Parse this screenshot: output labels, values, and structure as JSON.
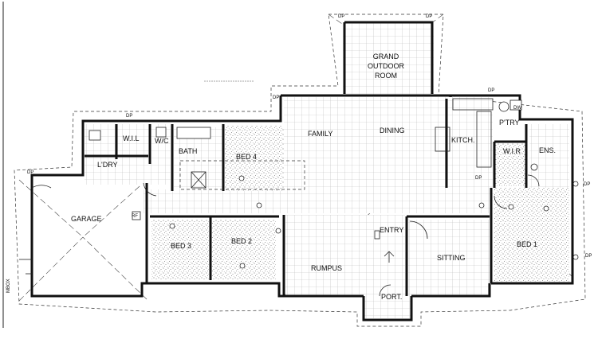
{
  "rooms": {
    "grand_outdoor": [
      "GRAND",
      "OUTDOOR",
      "ROOM"
    ],
    "family": "FAMILY",
    "dining": "DINING",
    "kitch": "KITCH.",
    "ptry": "P'TRY",
    "wir": "W.I.R",
    "ens": "ENS.",
    "wil": "W.I.L",
    "wc": "W/C",
    "ldry": "L'DRY",
    "bath": "BATH",
    "bed4": "BED 4",
    "garage": "GARAGE",
    "bed3": "BED 3",
    "bed2": "BED 2",
    "entry": "ENTRY",
    "rumpus": "RUMPUS",
    "sitting": "SITTING",
    "bed1": "BED 1",
    "port": "PORT."
  },
  "annotations": {
    "dp": "DP",
    "rf": "RF",
    "mbox": "MBOX",
    "dw": "DW"
  }
}
